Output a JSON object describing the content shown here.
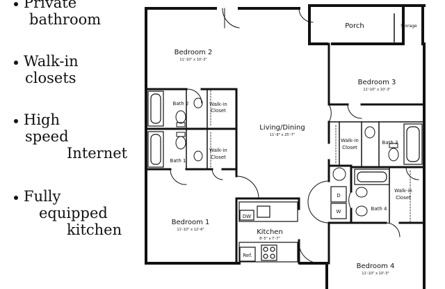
{
  "features": [
    {
      "lines": [
        "Private",
        "bathroom"
      ]
    },
    {
      "lines": [
        "Walk-in",
        "closets"
      ]
    },
    {
      "lines": [
        "High",
        "speed",
        "Internet"
      ]
    },
    {
      "lines": [
        "Fully",
        "equipped",
        "kitchen"
      ]
    }
  ],
  "floorplan": {
    "rooms": {
      "porch": "Porch",
      "storage": "Storage",
      "bedroom2": {
        "name": "Bedroom 2",
        "dims": "11'-10\" x 10'-3\""
      },
      "bedroom3": {
        "name": "Bedroom 3",
        "dims": "11'-10\" x 10'-3\""
      },
      "bedroom1": {
        "name": "Bedroom 1",
        "dims": "11'-10\" x 12'-6\""
      },
      "bedroom4": {
        "name": "Bedroom 4",
        "dims": "11'-10\" x 10'-3\""
      },
      "living": {
        "name": "Living/Dining",
        "dims": "11'-8\" x 25'-7\""
      },
      "kitchen": {
        "name": "Kitchen",
        "dims": "8'-5\" x 7'-7\""
      },
      "bath1": "Bath 1",
      "bath2": "Bath 2",
      "bath3": "Bath 3",
      "bath4": "Bath 4",
      "closet1": [
        "Walk-in",
        "Closet"
      ],
      "closet2": [
        "Walk-in",
        "Closet"
      ],
      "closet3": [
        "Walk-in",
        "Closet"
      ],
      "closet4": [
        "Walk-in",
        "Closet"
      ]
    },
    "appliances": {
      "dishwasher": "DW",
      "refrigerator": "Ref.",
      "dryer": "D",
      "washer": "W"
    }
  }
}
